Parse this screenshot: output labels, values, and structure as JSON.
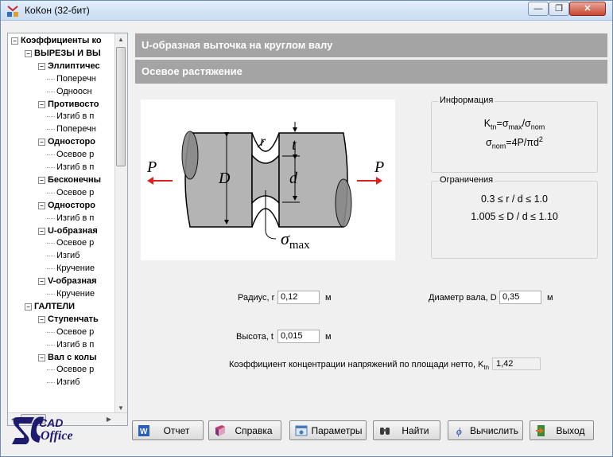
{
  "window": {
    "title": "КоКон (32-бит)",
    "min": "—",
    "max": "❐",
    "close": "✕"
  },
  "tree": {
    "items": [
      {
        "label": "Коэффициенты ко",
        "level": 0,
        "bold": true,
        "toggle": "−"
      },
      {
        "label": "ВЫРЕЗЫ И ВЫ",
        "level": 1,
        "bold": true,
        "toggle": "−"
      },
      {
        "label": "Эллиптичес",
        "level": 2,
        "bold": true,
        "toggle": "−"
      },
      {
        "label": "Поперечн",
        "level": 3,
        "bold": false,
        "toggle": ""
      },
      {
        "label": "Одноосн",
        "level": 3,
        "bold": false,
        "toggle": ""
      },
      {
        "label": "Противосто",
        "level": 2,
        "bold": true,
        "toggle": "−"
      },
      {
        "label": "Изгиб в п",
        "level": 3,
        "bold": false,
        "toggle": ""
      },
      {
        "label": "Поперечн",
        "level": 3,
        "bold": false,
        "toggle": ""
      },
      {
        "label": "Односторо",
        "level": 2,
        "bold": true,
        "toggle": "−"
      },
      {
        "label": "Осевое р",
        "level": 3,
        "bold": false,
        "toggle": ""
      },
      {
        "label": "Изгиб в п",
        "level": 3,
        "bold": false,
        "toggle": ""
      },
      {
        "label": "Бесконечны",
        "level": 2,
        "bold": true,
        "toggle": "−"
      },
      {
        "label": "Осевое р",
        "level": 3,
        "bold": false,
        "toggle": ""
      },
      {
        "label": "Односторо",
        "level": 2,
        "bold": true,
        "toggle": "−"
      },
      {
        "label": "Изгиб в п",
        "level": 3,
        "bold": false,
        "toggle": ""
      },
      {
        "label": "U-образная",
        "level": 2,
        "bold": true,
        "toggle": "−"
      },
      {
        "label": "Осевое р",
        "level": 3,
        "bold": false,
        "toggle": ""
      },
      {
        "label": "Изгиб",
        "level": 3,
        "bold": false,
        "toggle": ""
      },
      {
        "label": "Кручение",
        "level": 3,
        "bold": false,
        "toggle": ""
      },
      {
        "label": "V-образная",
        "level": 2,
        "bold": true,
        "toggle": "−"
      },
      {
        "label": "Кручение",
        "level": 3,
        "bold": false,
        "toggle": ""
      },
      {
        "label": "ГАЛТЕЛИ",
        "level": 1,
        "bold": true,
        "toggle": "−"
      },
      {
        "label": "Ступенчать",
        "level": 2,
        "bold": true,
        "toggle": "−"
      },
      {
        "label": "Осевое р",
        "level": 3,
        "bold": false,
        "toggle": ""
      },
      {
        "label": "Изгиб в п",
        "level": 3,
        "bold": false,
        "toggle": ""
      },
      {
        "label": "Вал с колы",
        "level": 2,
        "bold": true,
        "toggle": "−"
      },
      {
        "label": "Осевое р",
        "level": 3,
        "bold": false,
        "toggle": ""
      },
      {
        "label": "Изгиб",
        "level": 3,
        "bold": false,
        "toggle": ""
      }
    ]
  },
  "header": {
    "title": "U-образная выточка на круглом валу",
    "subtitle": "Осевое растяжение"
  },
  "diagram": {
    "P": "P",
    "D": "D",
    "r": "r",
    "t": "t",
    "d": "d",
    "sigma": "σ",
    "sigma_sub": "max"
  },
  "info": {
    "title": "Информация",
    "f1_k": "K",
    "f1_ksub": "tn",
    "f1_eq": "=σ",
    "f1_s1": "max",
    "f1_mid": "/σ",
    "f1_s2": "nom",
    "f2_s": "σ",
    "f2_sub": "nom",
    "f2_eq": "=4P/πd",
    "f2_sup": "2"
  },
  "limits": {
    "title": "Ограничения",
    "line1": "0.3 ≤ r / d ≤ 1.0",
    "line2": "1.005 ≤ D / d ≤ 1.10"
  },
  "form": {
    "radius_label": "Радиус, r",
    "radius_value": "0,12",
    "radius_unit": "м",
    "diameter_label": "Диаметр вала, D",
    "diameter_value": "0,35",
    "diameter_unit": "м",
    "height_label": "Высота, t",
    "height_value": "0,015",
    "height_unit": "м",
    "coef_label": "Коэффициент концентрации напряжений по площади нетто, K",
    "coef_sub": "tn",
    "coef_value": "1,42"
  },
  "buttons": {
    "report": "Отчет",
    "help": "Справка",
    "params": "Параметры",
    "find": "Найти",
    "calc": "Вычислить",
    "exit": "Выход"
  },
  "logo": {
    "top": "CAD",
    "bottom": "Office"
  },
  "colors": {
    "header_bg": "#a4a4a4",
    "shaft": "#b4b4b4",
    "arrow": "#e02020"
  }
}
